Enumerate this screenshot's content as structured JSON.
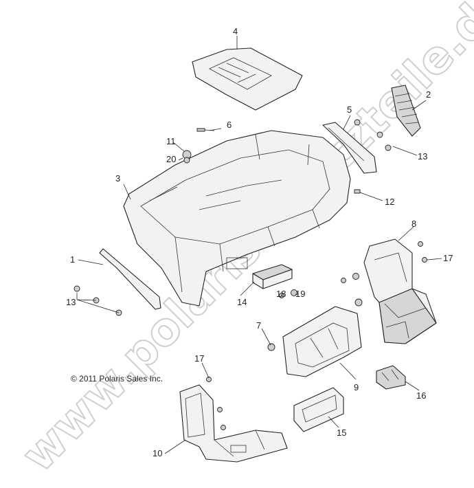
{
  "watermark": "www.polarisersatzteile.de",
  "copyright": "© 2011 Polaris Sales Inc.",
  "callouts": {
    "c1": "1",
    "c2": "2",
    "c3": "3",
    "c4": "4",
    "c5": "5",
    "c6": "6",
    "c7": "7",
    "c8": "8",
    "c9": "9",
    "c10": "10",
    "c11": "11",
    "c12": "12",
    "c13a": "13",
    "c13b": "13",
    "c14": "14",
    "c15": "15",
    "c16": "16",
    "c17a": "17",
    "c17b": "17",
    "c18": "18",
    "c19": "19",
    "c20": "20"
  }
}
